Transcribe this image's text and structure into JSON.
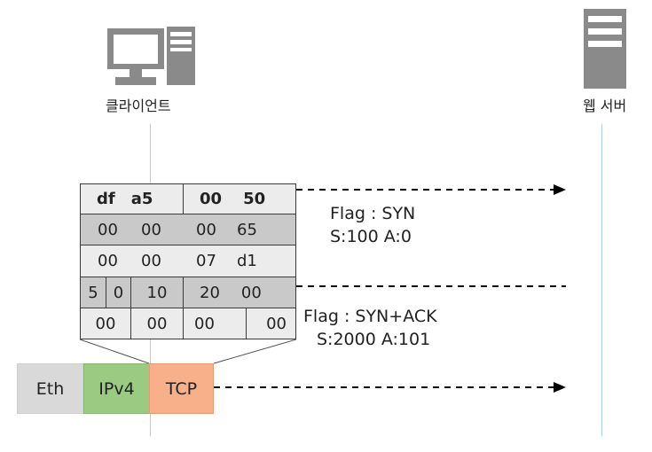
{
  "nodes": {
    "client_label": "클라이언트",
    "server_label": "웹 서버"
  },
  "tcp_header": {
    "rows": [
      [
        "df",
        "a5",
        "00",
        "50"
      ],
      [
        "00",
        "00",
        "00",
        "65"
      ],
      [
        "00",
        "00",
        "07",
        "d1"
      ],
      [
        "5",
        "0",
        "10",
        "20",
        "00"
      ],
      [
        "00",
        "00",
        "00",
        "00"
      ]
    ]
  },
  "messages": [
    {
      "line1": "Flag : SYN",
      "line2": "S:100 A:0"
    },
    {
      "line1": "Flag : SYN+ACK",
      "line2": "S:2000 A:101"
    }
  ],
  "layers": [
    "Eth",
    "IPv4",
    "TCP"
  ],
  "colors": {
    "eth": "#d9d9d9",
    "ipv4": "#9bcb83",
    "tcp": "#f7b08a",
    "lifeline": "#a8d3e6"
  }
}
